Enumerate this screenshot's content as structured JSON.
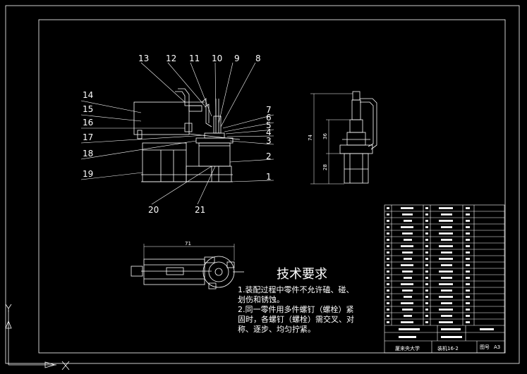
{
  "balloons": [
    {
      "label": "13"
    },
    {
      "label": "12"
    },
    {
      "label": "11"
    },
    {
      "label": "10"
    },
    {
      "label": "9"
    },
    {
      "label": "8"
    },
    {
      "label": "14"
    },
    {
      "label": "15"
    },
    {
      "label": "16"
    },
    {
      "label": "17"
    },
    {
      "label": "18"
    },
    {
      "label": "19"
    },
    {
      "label": "7"
    },
    {
      "label": "6"
    },
    {
      "label": "5"
    },
    {
      "label": "4"
    },
    {
      "label": "3"
    },
    {
      "label": "2"
    },
    {
      "label": "1"
    },
    {
      "label": "20"
    },
    {
      "label": "21"
    }
  ],
  "dimensions": {
    "top_view_width": "71",
    "side_total": "74",
    "side_upper": "36",
    "side_lower": "28"
  },
  "requirements": {
    "title": "技术要求",
    "lines": [
      "1.装配过程中零件不允许磕、碰、",
      "划伤和锈蚀。",
      "2.同一零件用多件螺钉（螺栓）紧",
      "固时，各螺钉（螺栓）需交叉、对",
      "称、逐步、均匀拧紧。"
    ]
  },
  "title_block": {
    "school": "厦来央大学",
    "drawing_no": "装机16-2",
    "sheet_label": "图号",
    "sheet_size": "A3"
  }
}
